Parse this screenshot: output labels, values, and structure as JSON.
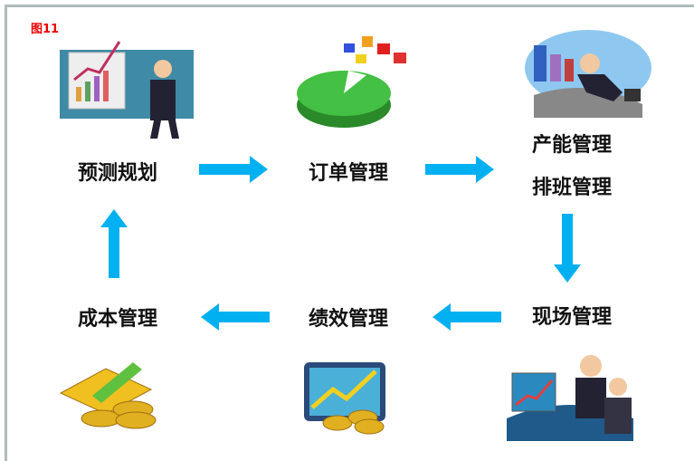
{
  "figure_label": "图11",
  "steps": {
    "forecast": "预测规划",
    "order": "订单管理",
    "capacity": "产能管理",
    "scheduling": "排班管理",
    "onsite": "现场管理",
    "performance": "绩效管理",
    "cost": "成本管理"
  },
  "colors": {
    "arrow": "#00b0f0"
  }
}
